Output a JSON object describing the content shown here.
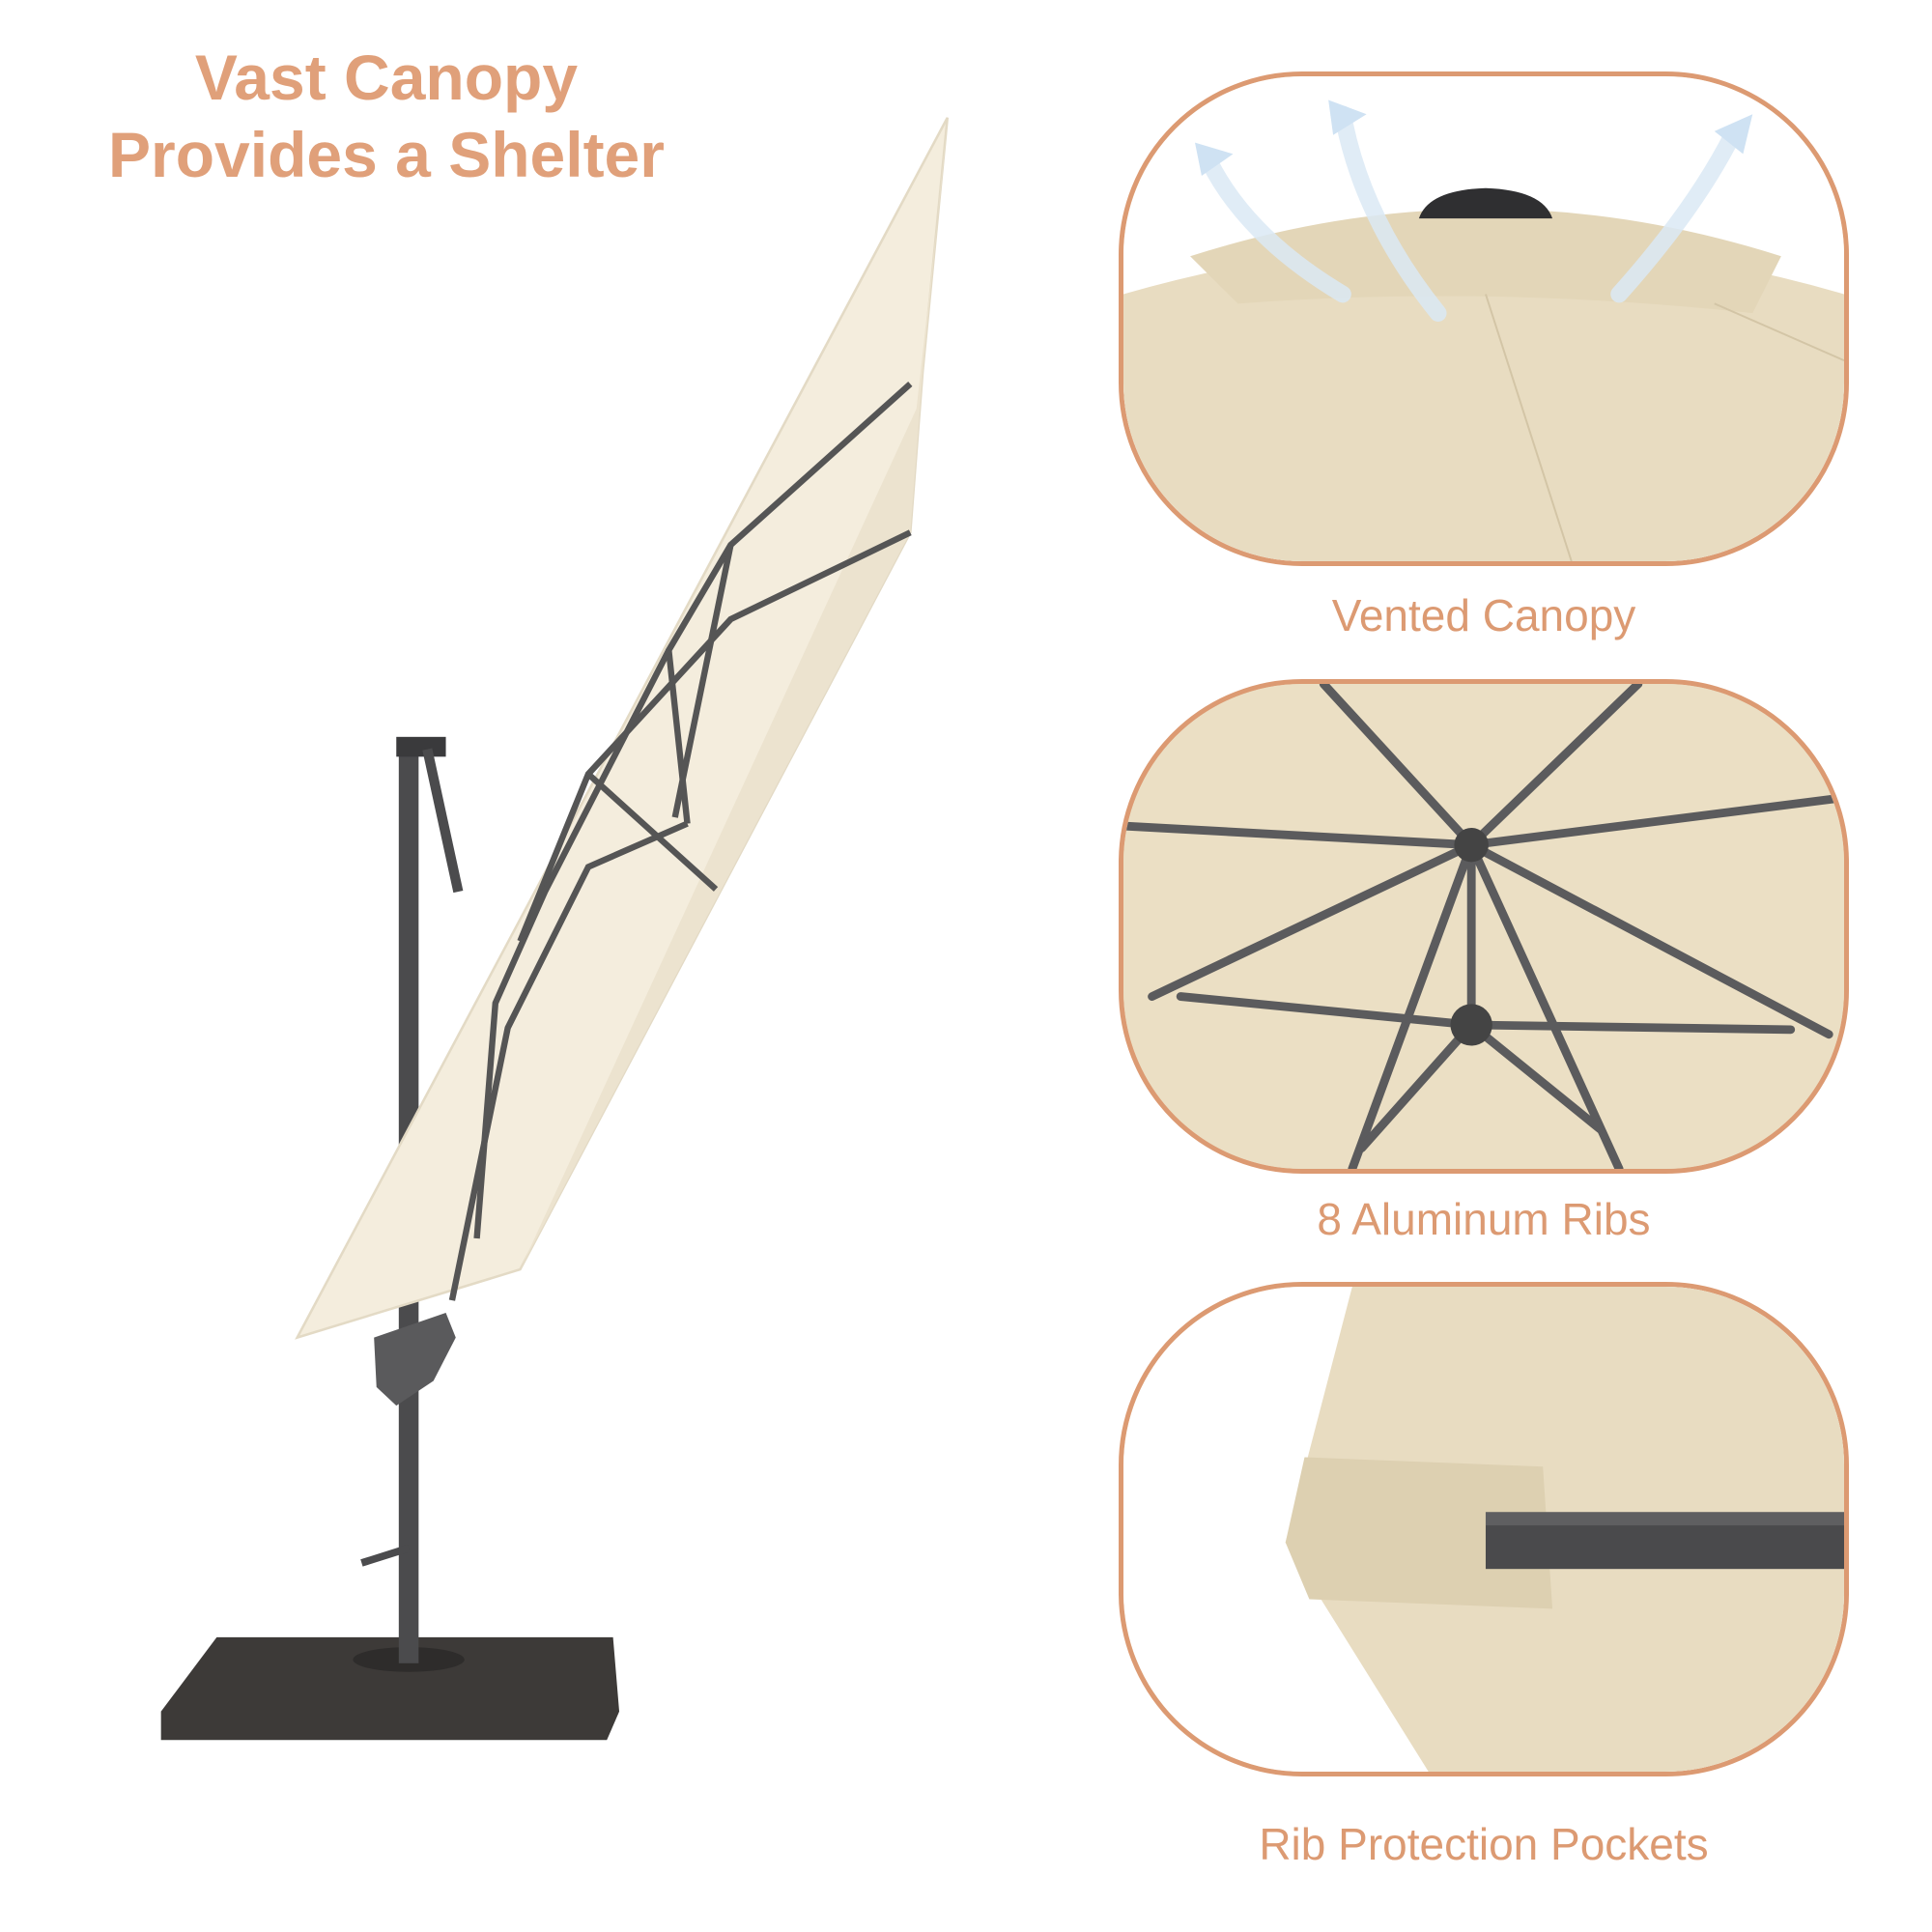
{
  "title": {
    "line1": "Vast Canopy",
    "line2": "Provides a Shelter"
  },
  "features": [
    {
      "label": "Vented Canopy"
    },
    {
      "label": "8 Aluminum Ribs"
    },
    {
      "label": "Rib Protection Pockets"
    }
  ],
  "colors": {
    "accent": "#dc9a72",
    "canopy": "#f3ecdc",
    "frame": "#4a4a4a"
  }
}
